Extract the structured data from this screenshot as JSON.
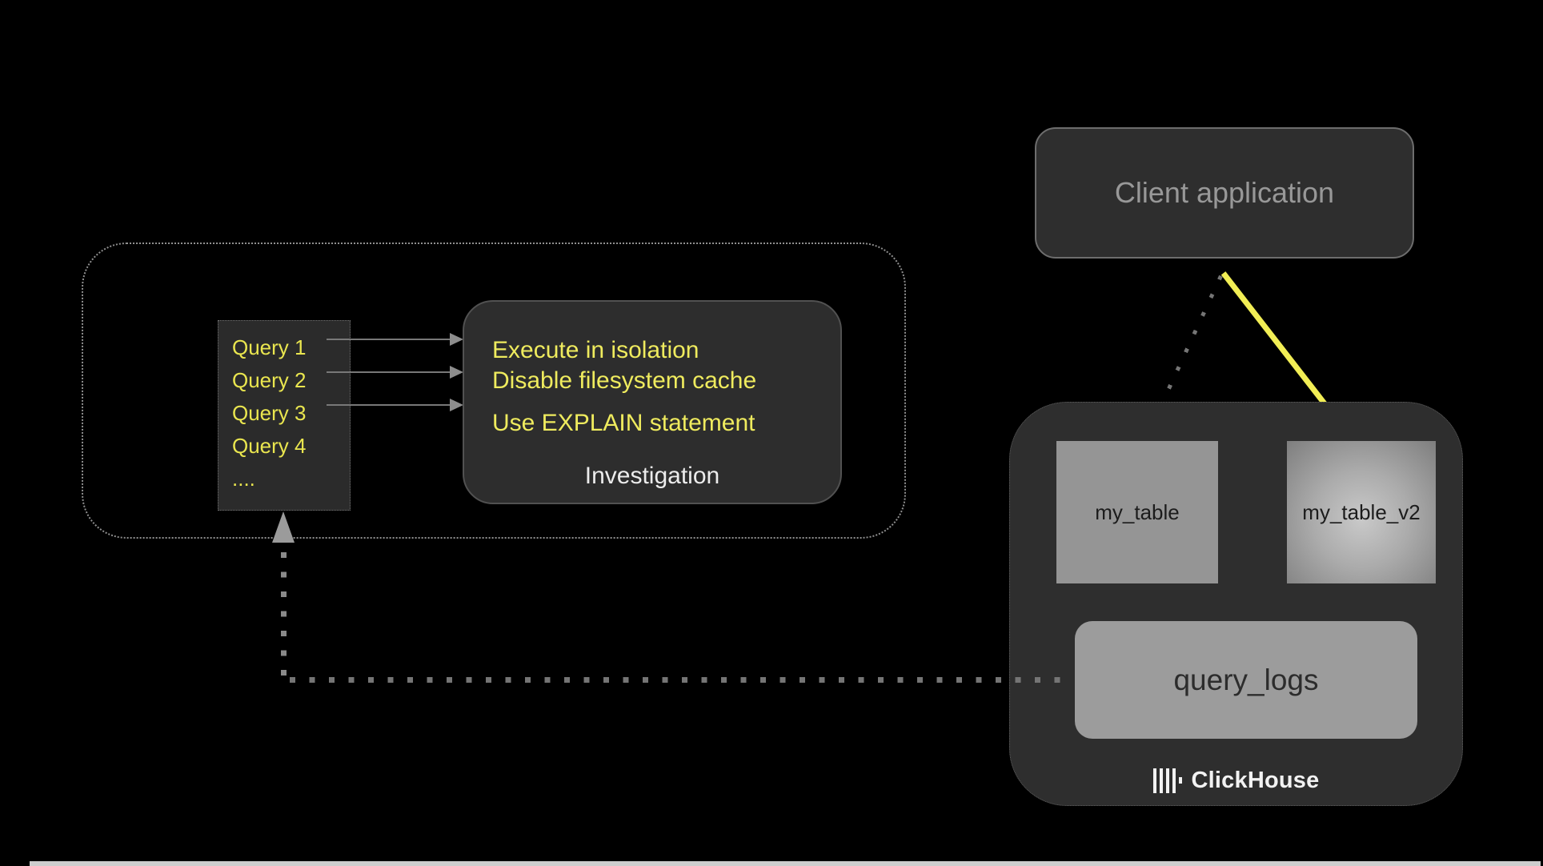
{
  "client": {
    "label": "Client application"
  },
  "region": {
    "queries": [
      "Query 1",
      "Query 2",
      "Query 3",
      "Query 4",
      "...."
    ]
  },
  "investigation": {
    "lines": [
      "Execute in isolation",
      "Disable filesystem cache",
      "Use EXPLAIN statement"
    ],
    "caption": "Investigation"
  },
  "clickhouse": {
    "tables": [
      {
        "label": "my_table"
      },
      {
        "label": "my_table_v2"
      }
    ],
    "query_logs": "query_logs",
    "brand": "ClickHouse"
  },
  "icons": {
    "clickhouse_logo": "clickhouse-bars-logo"
  },
  "colors": {
    "background": "#000000",
    "panel_dark": "#2e2e2e",
    "accent_yellow": "#f2ee55",
    "text_yellow": "#eae64f",
    "text_gray": "#989898",
    "table_gray": "#959595",
    "connector_gray": "#8a8a8a"
  }
}
